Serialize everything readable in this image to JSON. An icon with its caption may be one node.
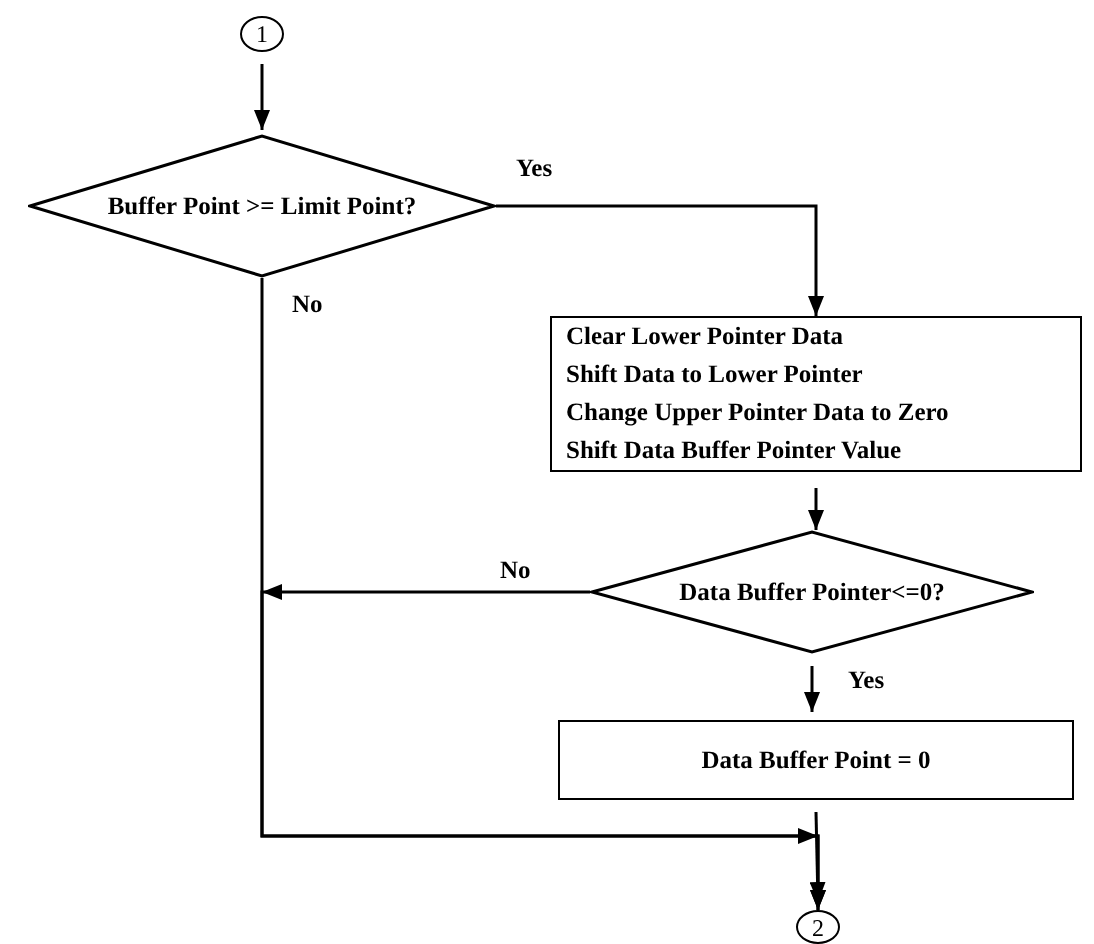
{
  "diagram": {
    "nodes": [
      {
        "text": [
          "1"
        ]
      },
      {
        "text": [
          "Buffer Point >= Limit Point?"
        ]
      },
      {
        "text": [
          "Clear Lower Pointer Data",
          "Shift Data to Lower Pointer",
          "Change Upper Pointer Data to Zero",
          "Shift Data Buffer Pointer Value"
        ]
      },
      {
        "text": [
          "Data Buffer Pointer<=0?"
        ]
      },
      {
        "text": [
          "Data Buffer Point = 0"
        ]
      },
      {
        "text": [
          "2"
        ]
      }
    ],
    "edges": [
      {
        "from": 0,
        "to": 1,
        "arrow": "to"
      },
      {
        "from": 1,
        "to": 2,
        "arrow": "to",
        "label": "Yes"
      },
      {
        "from": 1,
        "to": 5,
        "arrow": "to",
        "label": "No"
      },
      {
        "from": 2,
        "to": 3,
        "arrow": "to"
      },
      {
        "from": 3,
        "to": 5,
        "arrow": "to",
        "label": "No"
      },
      {
        "from": 3,
        "to": 4,
        "arrow": "to",
        "label": "Yes"
      },
      {
        "from": 4,
        "to": 5,
        "arrow": "to"
      }
    ]
  }
}
